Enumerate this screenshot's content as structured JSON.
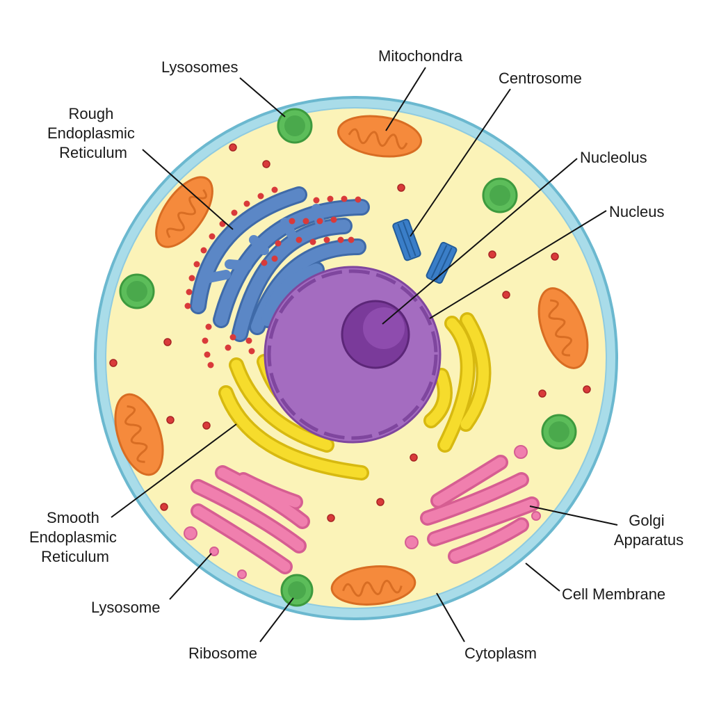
{
  "labels": {
    "lysosomes": "Lysosomes",
    "mitochondra": "Mitochondra",
    "centrosome": "Centrosome",
    "rough_er": [
      "Rough",
      "Endoplasmic",
      "Reticulum"
    ],
    "nucleolus": "Nucleolus",
    "nucleus": "Nucleus",
    "smooth_er": [
      "Smooth",
      "Endoplasmic",
      "Reticulum"
    ],
    "golgi": [
      "Golgi",
      "Apparatus"
    ],
    "cell_membrane": "Cell Membrane",
    "lysosome": "Lysosome",
    "ribosome": "Ribosome",
    "cytoplasm": "Cytoplasm"
  },
  "colors": {
    "membrane": "#7ec8dc",
    "cytoplasm": "#fbf3b8",
    "nucleus": "#a46cc0",
    "nucleolus": "#7a3a9a",
    "rough_er": "#5b87c6",
    "smooth_er": "#f6dc2c",
    "golgi": "#f07fae",
    "mitochondria": "#f58a3c",
    "lysosome": "#5cbd5a",
    "ribosome": "#d93a3a",
    "centrosome": "#3a7ec8"
  }
}
